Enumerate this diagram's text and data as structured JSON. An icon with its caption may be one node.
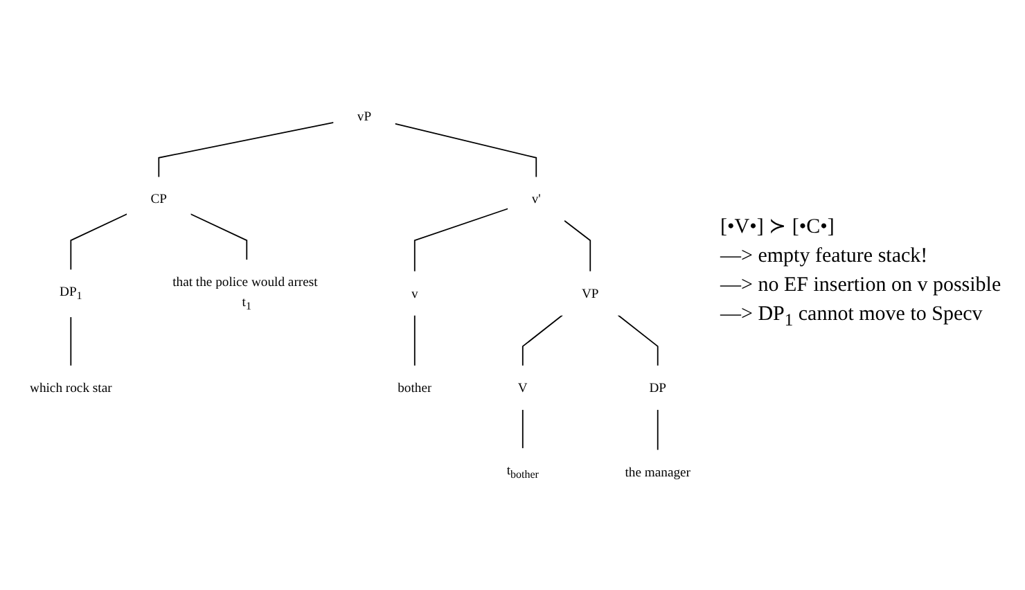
{
  "diagram": {
    "nodes": [
      {
        "text": [
          "vP"
        ]
      },
      {
        "text": [
          "CP"
        ]
      },
      {
        "text": [
          "v'"
        ]
      },
      {
        "text": [
          "DP$_{1}$"
        ]
      },
      {
        "text": [
          "which rock star"
        ]
      },
      {
        "text": [
          "that the police would arrest t$_{1}$"
        ]
      },
      {
        "text": [
          "v"
        ]
      },
      {
        "text": [
          "bother"
        ]
      },
      {
        "text": [
          "VP"
        ]
      },
      {
        "text": [
          "V"
        ]
      },
      {
        "text": [
          "t$_{bother}$"
        ]
      },
      {
        "text": [
          "DP"
        ]
      },
      {
        "text": [
          "the manager"
        ]
      }
    ],
    "edges": [
      {
        "from": 0,
        "to": 1,
        "arrow": "none"
      },
      {
        "from": 0,
        "to": 2,
        "arrow": "none"
      },
      {
        "from": 1,
        "to": 3,
        "arrow": "none"
      },
      {
        "from": 1,
        "to": 5,
        "arrow": "none"
      },
      {
        "from": 3,
        "to": 4,
        "arrow": "none"
      },
      {
        "from": 2,
        "to": 6,
        "arrow": "none"
      },
      {
        "from": 2,
        "to": 8,
        "arrow": "none"
      },
      {
        "from": 6,
        "to": 7,
        "arrow": "none"
      },
      {
        "from": 8,
        "to": 9,
        "arrow": "none"
      },
      {
        "from": 8,
        "to": 11,
        "arrow": "none"
      },
      {
        "from": 9,
        "to": 10,
        "arrow": "none"
      },
      {
        "from": 11,
        "to": 12,
        "arrow": "none"
      }
    ],
    "labels": [
      "[•V•] ≻ [•C•]",
      "—> empty feature stack!",
      "—> no EF insertion on v possible",
      "—> DP$_{1}$ cannot move to Specv"
    ]
  }
}
